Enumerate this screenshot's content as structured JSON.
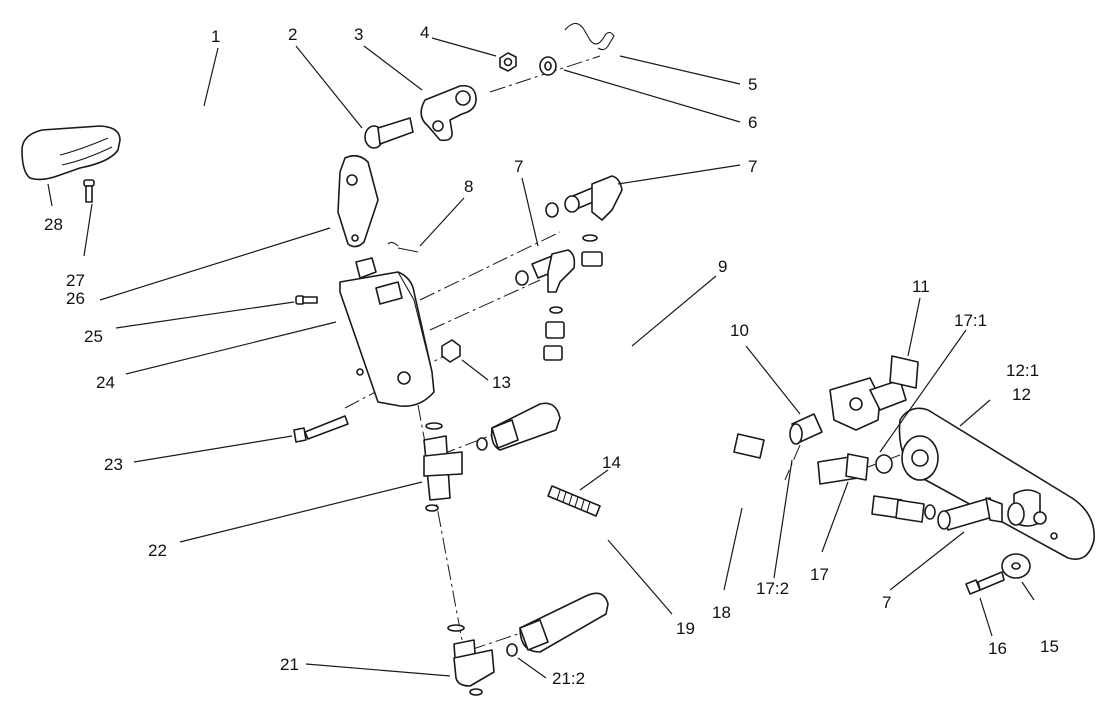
{
  "callouts": [
    {
      "id": "c1",
      "label": "1"
    },
    {
      "id": "c2",
      "label": "2"
    },
    {
      "id": "c3",
      "label": "3"
    },
    {
      "id": "c4",
      "label": "4"
    },
    {
      "id": "c5",
      "label": "5"
    },
    {
      "id": "c6",
      "label": "6"
    },
    {
      "id": "c7a",
      "label": "7"
    },
    {
      "id": "c7b",
      "label": "7"
    },
    {
      "id": "c7c",
      "label": "7"
    },
    {
      "id": "c8",
      "label": "8"
    },
    {
      "id": "c9",
      "label": "9"
    },
    {
      "id": "c10",
      "label": "10"
    },
    {
      "id": "c11",
      "label": "11"
    },
    {
      "id": "c12",
      "label": "12"
    },
    {
      "id": "c12_1",
      "label": "12:1"
    },
    {
      "id": "c13",
      "label": "13"
    },
    {
      "id": "c14",
      "label": "14"
    },
    {
      "id": "c15",
      "label": "15"
    },
    {
      "id": "c16",
      "label": "16"
    },
    {
      "id": "c17",
      "label": "17"
    },
    {
      "id": "c17_1",
      "label": "17:1"
    },
    {
      "id": "c17_2",
      "label": "17:2"
    },
    {
      "id": "c18",
      "label": "18"
    },
    {
      "id": "c19",
      "label": "19"
    },
    {
      "id": "c21",
      "label": "21"
    },
    {
      "id": "c21_2",
      "label": "21:2"
    },
    {
      "id": "c22",
      "label": "22"
    },
    {
      "id": "c23",
      "label": "23"
    },
    {
      "id": "c24",
      "label": "24"
    },
    {
      "id": "c25",
      "label": "25"
    },
    {
      "id": "c26",
      "label": "26"
    },
    {
      "id": "c27",
      "label": "27"
    },
    {
      "id": "c28",
      "label": "28"
    }
  ]
}
